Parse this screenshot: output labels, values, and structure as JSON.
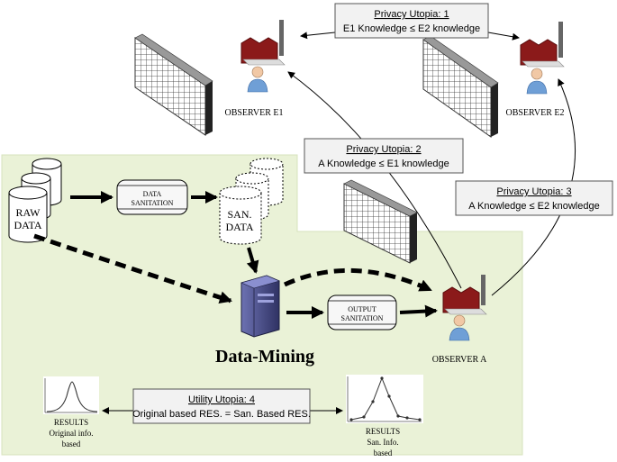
{
  "nodes": {
    "raw_data": {
      "line1": "RAW",
      "line2": "DATA"
    },
    "san_data": {
      "line1": "SAN.",
      "line2": "DATA"
    },
    "data_sanitation": {
      "line1": "DATA",
      "line2": "SANITATION"
    },
    "output_sanitation": {
      "line1": "OUTPUT",
      "line2": "SANITATION"
    },
    "data_mining_label": "Data-Mining",
    "observer_e1": "OBSERVER E1",
    "observer_e2": "OBSERVER E2",
    "observer_a": "OBSERVER A",
    "results_original": {
      "line1": "RESULTS",
      "line2": "Original info.",
      "line3": "based"
    },
    "results_san": {
      "line1": "RESULTS",
      "line2": "San. Info.",
      "line3": "based"
    }
  },
  "utopias": {
    "u1": {
      "title": "Privacy Utopia: 1",
      "body": "E1 Knowledge ≤ E2 knowledge"
    },
    "u2": {
      "title": "Privacy Utopia: 2",
      "body": "A Knowledge ≤ E1 knowledge"
    },
    "u3": {
      "title": "Privacy Utopia: 3",
      "body": "A Knowledge ≤ E2 knowledge"
    },
    "u4": {
      "title": "Utility Utopia: 4",
      "body": "Original based RES. = San. Based RES."
    }
  },
  "colors": {
    "green_region": "#eaf2d7",
    "factory_red": "#8b1a1a",
    "person_blue": "#6f9fd6",
    "server_purple": "#4b4f8a",
    "box_fill": "#f2f2f2"
  },
  "icons": [
    "firewall-icon",
    "factory-icon",
    "person-icon",
    "server-icon",
    "database-icon"
  ]
}
